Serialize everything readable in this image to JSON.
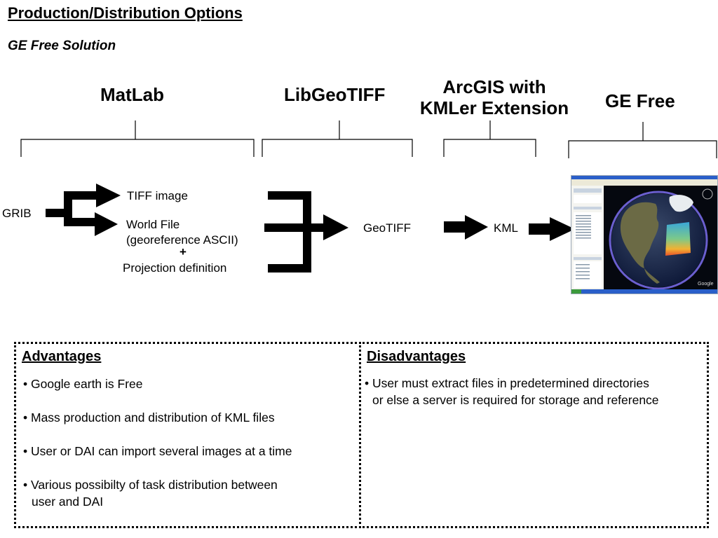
{
  "header": {
    "title": "Production/Distribution Options",
    "subtitle": "GE Free Solution"
  },
  "stages": [
    {
      "id": "matlab",
      "label": "MatLab"
    },
    {
      "id": "libgeotiff",
      "label": "LibGeoTIFF"
    },
    {
      "id": "arcgis",
      "label_lines": [
        "ArcGIS with",
        "KMLer Extension"
      ]
    },
    {
      "id": "gefree",
      "label": "GE Free"
    }
  ],
  "flow": {
    "input": "GRIB",
    "tiff_image": "TIFF image",
    "world_file": "World File",
    "world_file_note": "(georeference ASCII)",
    "plus": "+",
    "projection": "Projection definition",
    "geotiff": "GeoTIFF",
    "kml": "KML",
    "output_image": "Google Earth screenshot",
    "google_watermark": "Google"
  },
  "advantages": {
    "heading": "Advantages",
    "items": [
      "• Google earth is Free",
      "• Mass production and distribution of KML files",
      "• User or DAI can import several images at a time",
      "• Various possibilty of task distribution between",
      "user and DAI"
    ]
  },
  "disadvantages": {
    "heading": "Disadvantages",
    "items": [
      "• User must extract files in predetermined directories",
      "or else a server is required for storage and reference"
    ]
  },
  "colors": {
    "ink": "#000000",
    "space": "#05080f",
    "atmosphere": "#6a5fcf",
    "ocean": "#1b2b55",
    "land": "#6b6a45",
    "ice": "#e8ecef",
    "overlay_top": "#3aa6d8",
    "overlay_bottom": "#e8522a",
    "taskbar": "#2a5fc9"
  }
}
